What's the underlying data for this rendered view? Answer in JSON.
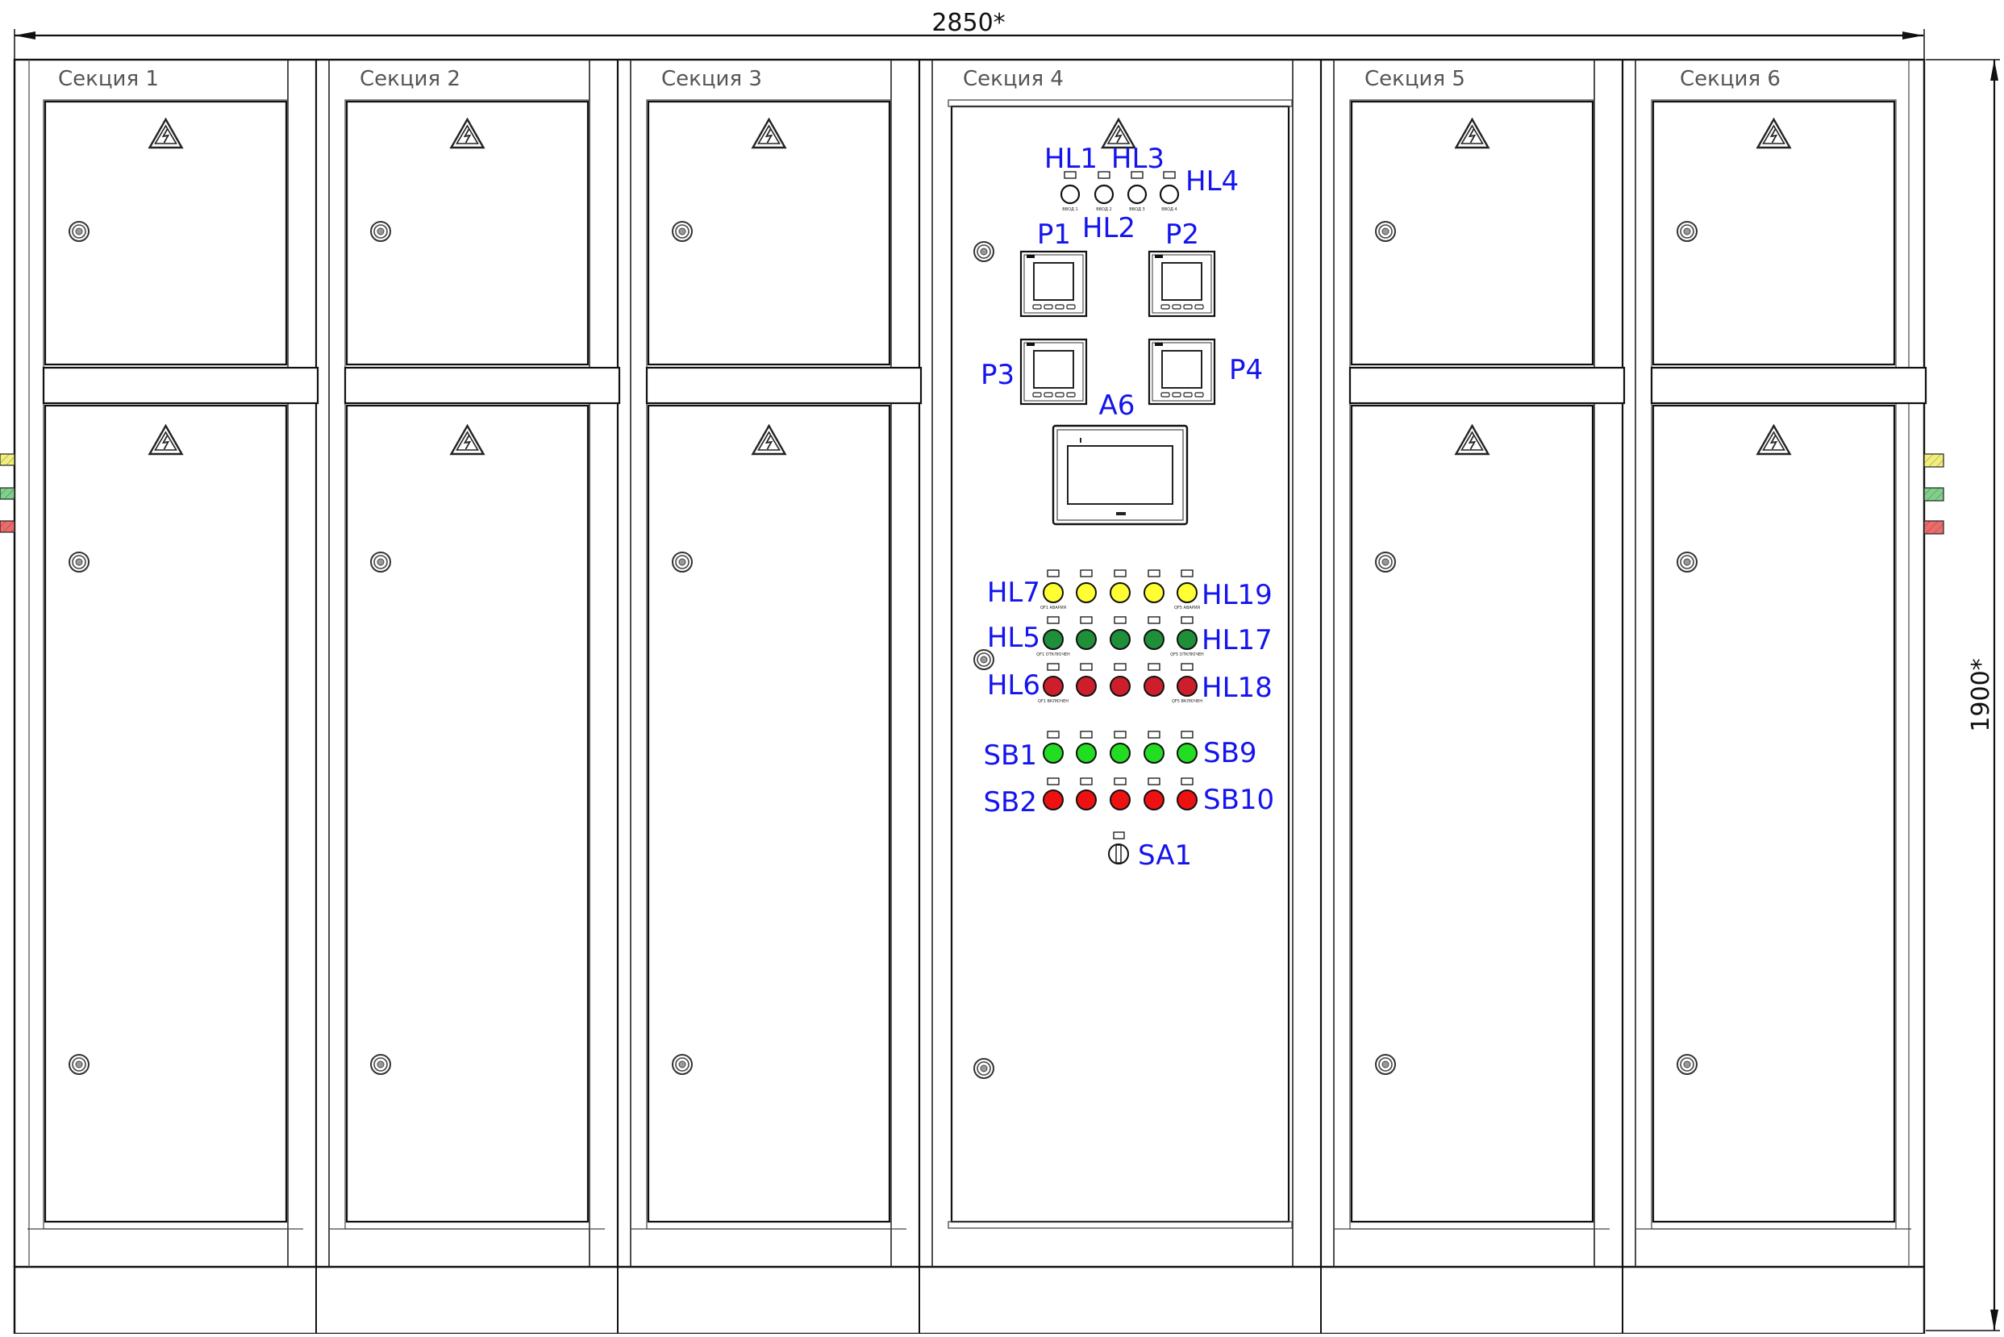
{
  "dimensions": {
    "width": "2850*",
    "height": "1900*"
  },
  "sections": [
    {
      "title": "Секция 1"
    },
    {
      "title": "Секция 2"
    },
    {
      "title": "Секция 3"
    },
    {
      "title": "Секция 4"
    },
    {
      "title": "Секция 5"
    },
    {
      "title": "Секция 6"
    }
  ],
  "control_panel": {
    "input_lamps": [
      {
        "label": "HL1",
        "caption": "ВВОД 1"
      },
      {
        "label": "HL2",
        "caption": "ВВОД 2"
      },
      {
        "label": "HL3",
        "caption": "ВВОД 3"
      },
      {
        "label": "HL4",
        "caption": "ВВОД 4"
      }
    ],
    "meters": [
      {
        "label": "P1"
      },
      {
        "label": "P2"
      },
      {
        "label": "P3"
      },
      {
        "label": "P4"
      }
    ],
    "hmi": {
      "label": "A6"
    },
    "lamp_rows": [
      {
        "color": "#ffff33",
        "left_label": "HL7",
        "right_label": "HL19",
        "left_caption": "QF1 АВАРИЯ",
        "right_caption": "QF5 АВАРИЯ"
      },
      {
        "color": "#1f8f3a",
        "left_label": "HL5",
        "right_label": "HL17",
        "left_caption": "QF1 ОТКЛЮЧЕН",
        "right_caption": "QF5 ОТКЛЮЧЕН"
      },
      {
        "color": "#cc1f2b",
        "left_label": "HL6",
        "right_label": "HL18",
        "left_caption": "QF1 ВКЛЮЧЕН",
        "right_caption": "QF5 ВКЛЮЧЕН"
      }
    ],
    "button_rows": [
      {
        "color": "#22dd22",
        "left_label": "SB1",
        "right_label": "SB9"
      },
      {
        "color": "#ee1111",
        "left_label": "SB2",
        "right_label": "SB10"
      }
    ],
    "switch": {
      "label": "SA1"
    }
  },
  "busbar_colors": [
    "#f2ee7c",
    "#7fd08a",
    "#ee6b6b"
  ]
}
